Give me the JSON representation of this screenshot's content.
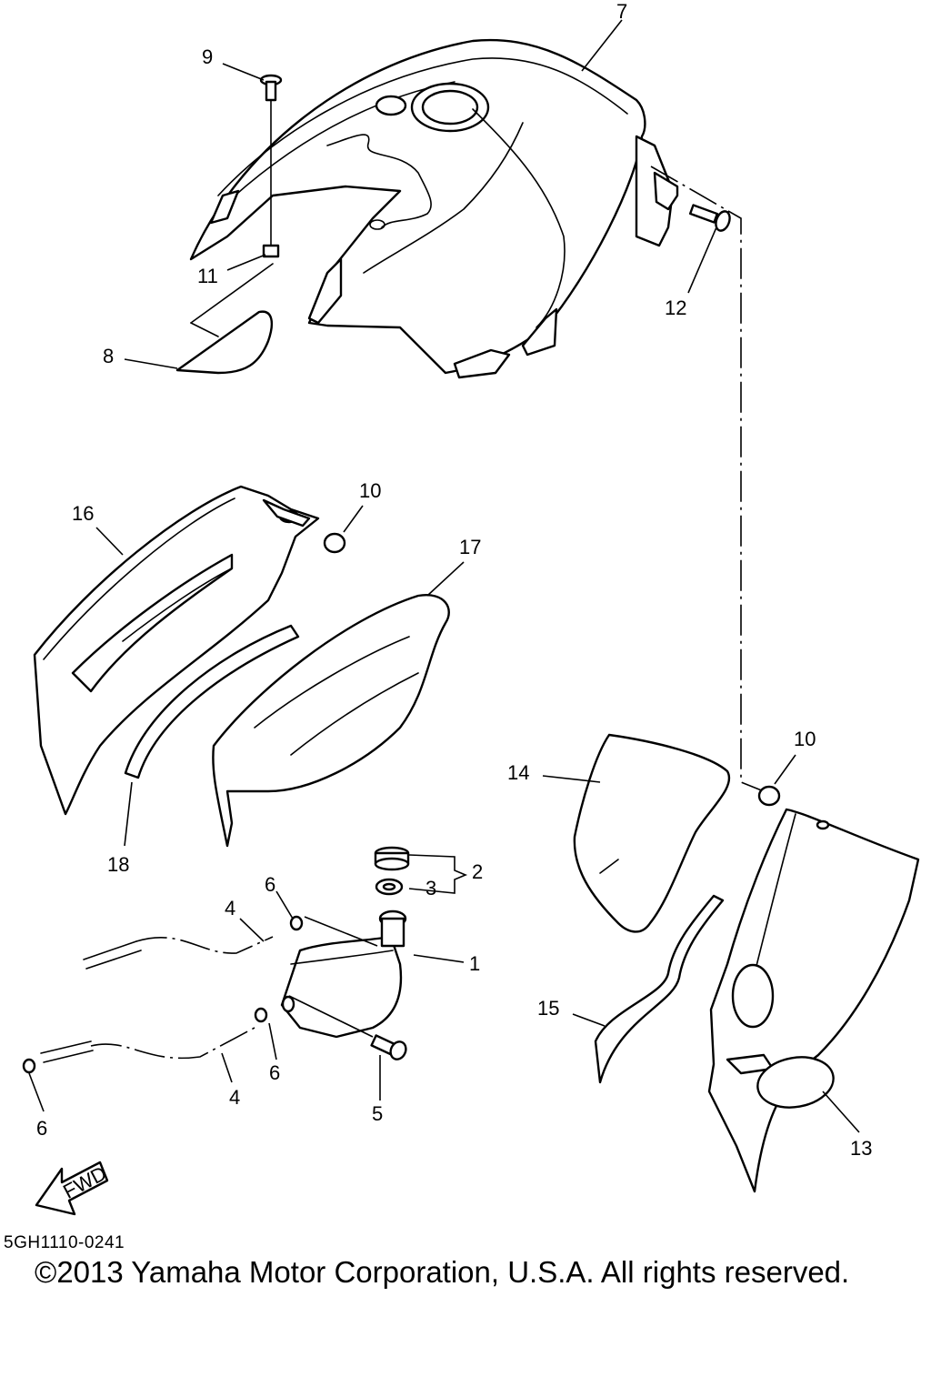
{
  "diagram": {
    "code": "5GH1110-0241",
    "copyright": "©2013 Yamaha Motor Corporation, U.S.A. All rights reserved.",
    "fwd_label": "FWD",
    "callouts": [
      {
        "id": "c7",
        "label": "7"
      },
      {
        "id": "c9",
        "label": "9"
      },
      {
        "id": "c11",
        "label": "11"
      },
      {
        "id": "c12",
        "label": "12"
      },
      {
        "id": "c8",
        "label": "8"
      },
      {
        "id": "c16",
        "label": "16"
      },
      {
        "id": "c10a",
        "label": "10"
      },
      {
        "id": "c17",
        "label": "17"
      },
      {
        "id": "c18",
        "label": "18"
      },
      {
        "id": "c14",
        "label": "14"
      },
      {
        "id": "c10b",
        "label": "10"
      },
      {
        "id": "c2",
        "label": "2"
      },
      {
        "id": "c3",
        "label": "3"
      },
      {
        "id": "c1",
        "label": "1"
      },
      {
        "id": "c6a",
        "label": "6"
      },
      {
        "id": "c4a",
        "label": "4"
      },
      {
        "id": "c6b",
        "label": "6"
      },
      {
        "id": "c4b",
        "label": "4"
      },
      {
        "id": "c6c",
        "label": "6"
      },
      {
        "id": "c5",
        "label": "5"
      },
      {
        "id": "c15",
        "label": "15"
      },
      {
        "id": "c13",
        "label": "13"
      }
    ]
  }
}
